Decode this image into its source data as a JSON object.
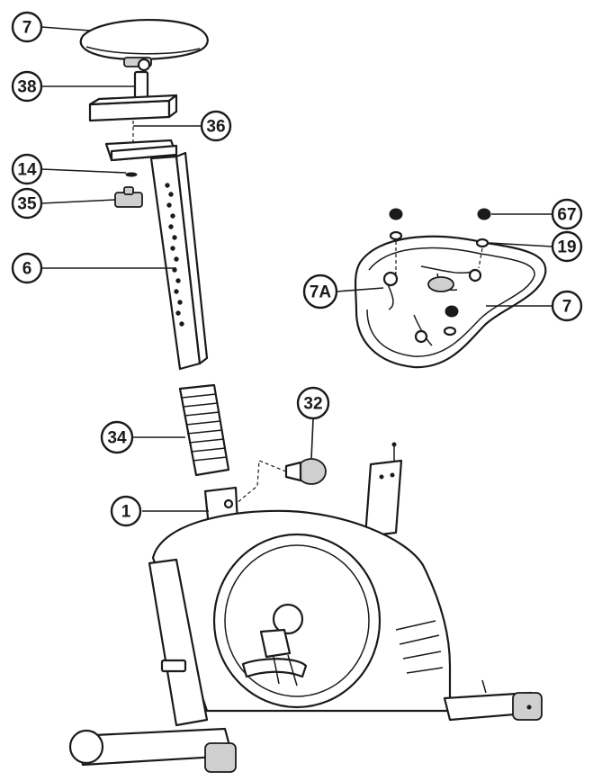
{
  "callouts": {
    "seat_top": "7",
    "seat_bottom": "7",
    "bolt": "38",
    "slider": "36",
    "washer": "14",
    "knob_small": "35",
    "seat_post": "6",
    "seat_frame": "7A",
    "nut": "67",
    "nut_washer": "19",
    "knob_large": "32",
    "bellows": "34",
    "frame": "1"
  }
}
